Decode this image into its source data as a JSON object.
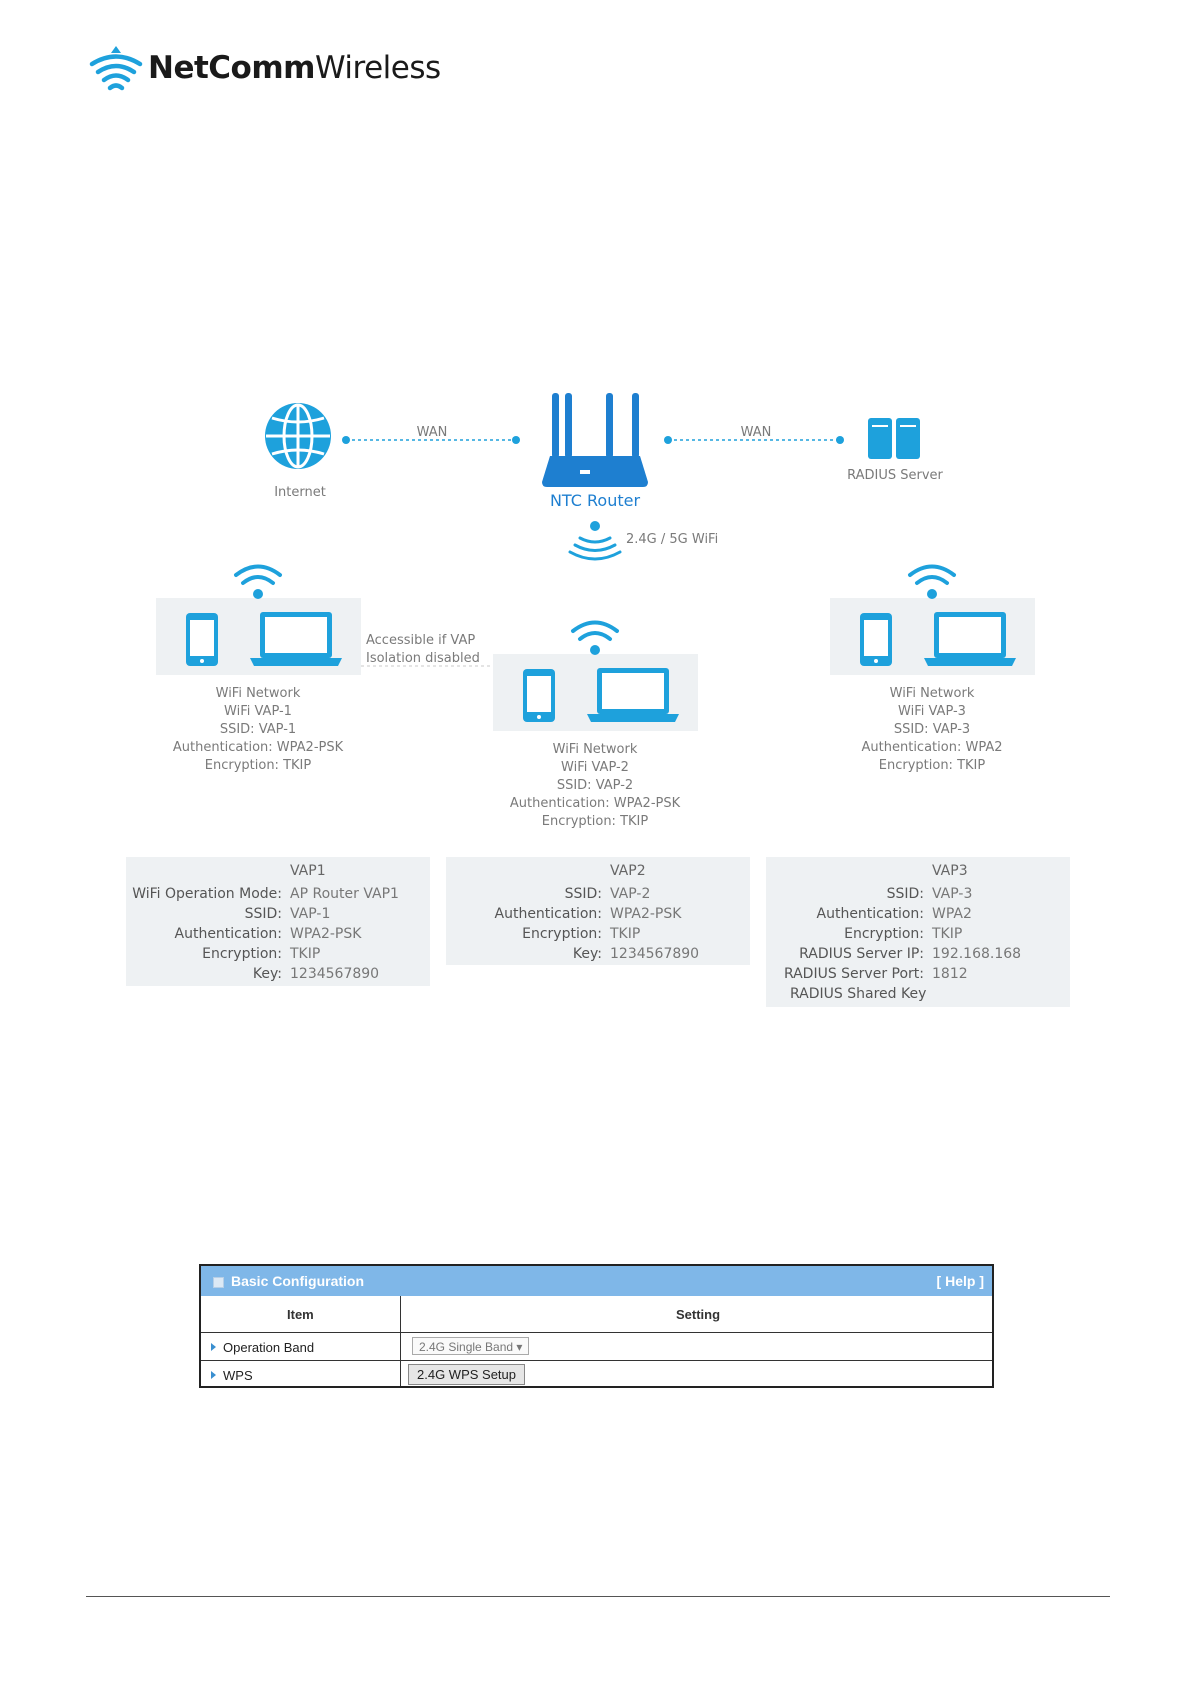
{
  "logo": {
    "word_bold": "NetComm",
    "word_light": "Wireless"
  },
  "diagram": {
    "internet_label": "Internet",
    "wan_left": "WAN",
    "wan_right": "WAN",
    "router_label": "NTC Router",
    "radius_label": "RADIUS Server",
    "wifi_label": "2.4G / 5G WiFi",
    "isolation_note": [
      "Accessible if VAP",
      "Isolation disabled"
    ],
    "networks": [
      {
        "lines": [
          "WiFi Network",
          "WiFi VAP-1",
          "SSID: VAP-1",
          "Authentication: WPA2-PSK",
          "Encryption: TKIP"
        ]
      },
      {
        "lines": [
          "WiFi Network",
          "WiFi VAP-2",
          "SSID: VAP-2",
          "Authentication: WPA2-PSK",
          "Encryption: TKIP"
        ]
      },
      {
        "lines": [
          "WiFi Network",
          "WiFi VAP-3",
          "SSID: VAP-3",
          "Authentication: WPA2",
          "Encryption: TKIP"
        ]
      }
    ],
    "vaps": [
      {
        "title": "VAP1",
        "rows": [
          {
            "k": "WiFi Operation Mode:",
            "v": "AP Router VAP1"
          },
          {
            "k": "SSID:",
            "v": "VAP-1"
          },
          {
            "k": "Authentication:",
            "v": "WPA2-PSK"
          },
          {
            "k": "Encryption:",
            "v": "TKIP"
          },
          {
            "k": "Key:",
            "v": "1234567890"
          }
        ]
      },
      {
        "title": "VAP2",
        "rows": [
          {
            "k": "SSID:",
            "v": "VAP-2"
          },
          {
            "k": "Authentication:",
            "v": "WPA2-PSK"
          },
          {
            "k": "Encryption:",
            "v": "TKIP"
          },
          {
            "k": "Key:",
            "v": "1234567890"
          }
        ]
      },
      {
        "title": "VAP3",
        "rows": [
          {
            "k": "SSID:",
            "v": "VAP-3"
          },
          {
            "k": "Authentication:",
            "v": "WPA2"
          },
          {
            "k": "Encryption:",
            "v": "TKIP"
          },
          {
            "k": "RADIUS Server IP:",
            "v": "192.168.168"
          },
          {
            "k": "RADIUS Server Port:",
            "v": "1812"
          },
          {
            "k": "RADIUS Shared Key",
            "v": ""
          }
        ]
      }
    ]
  },
  "config": {
    "title": "Basic Configuration",
    "help": "[ Help ]",
    "col_item": "Item",
    "col_setting": "Setting",
    "operation_band_label": "Operation Band",
    "operation_band_value": "2.4G Single Band",
    "wps_label": "WPS",
    "wps_button": "2.4G WPS Setup"
  },
  "colors": {
    "accent": "#1ea1dc",
    "panel": "#eef1f3",
    "header": "#7fb7e8"
  }
}
